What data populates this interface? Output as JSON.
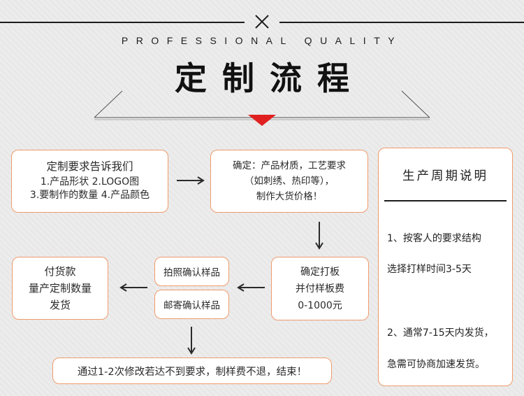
{
  "header": {
    "subtitle": "PROFESSIONAL QUALITY",
    "title": "定制流程"
  },
  "steps": {
    "tell_requirements": {
      "title": "定制要求告诉我们",
      "line1": "1.产品形状  2.LOGO图",
      "line2": "3.要制作的数量 4.产品颜色"
    },
    "confirm": {
      "line1": "确定：产品材质，工艺要求",
      "line2": "（如刺绣、热印等），",
      "line3": "制作大货价格！"
    },
    "sample_fee": {
      "line1": "确定打板",
      "line2": "并付样板费",
      "line3": "0-1000元"
    },
    "photo_confirm": "拍照确认样品",
    "mail_confirm": "邮寄确认样品",
    "payment": {
      "line1": "付货款",
      "line2": "量产定制数量",
      "line3": "发货"
    },
    "end_note": "通过1-2次修改若达不到要求，制样费不退，结束！"
  },
  "cycle_panel": {
    "title": "生产周期说明",
    "item1_line1": "1、按客人的要求结构",
    "item1_line2": "选择打样时间3-5天",
    "item2_line1": "2、通常7-15天内发货，",
    "item2_line2": "急需可协商加速发货。"
  },
  "colors": {
    "box_border": "#ef9b6c",
    "accent_red": "#e02020",
    "line_dark": "#1c1c1c"
  }
}
